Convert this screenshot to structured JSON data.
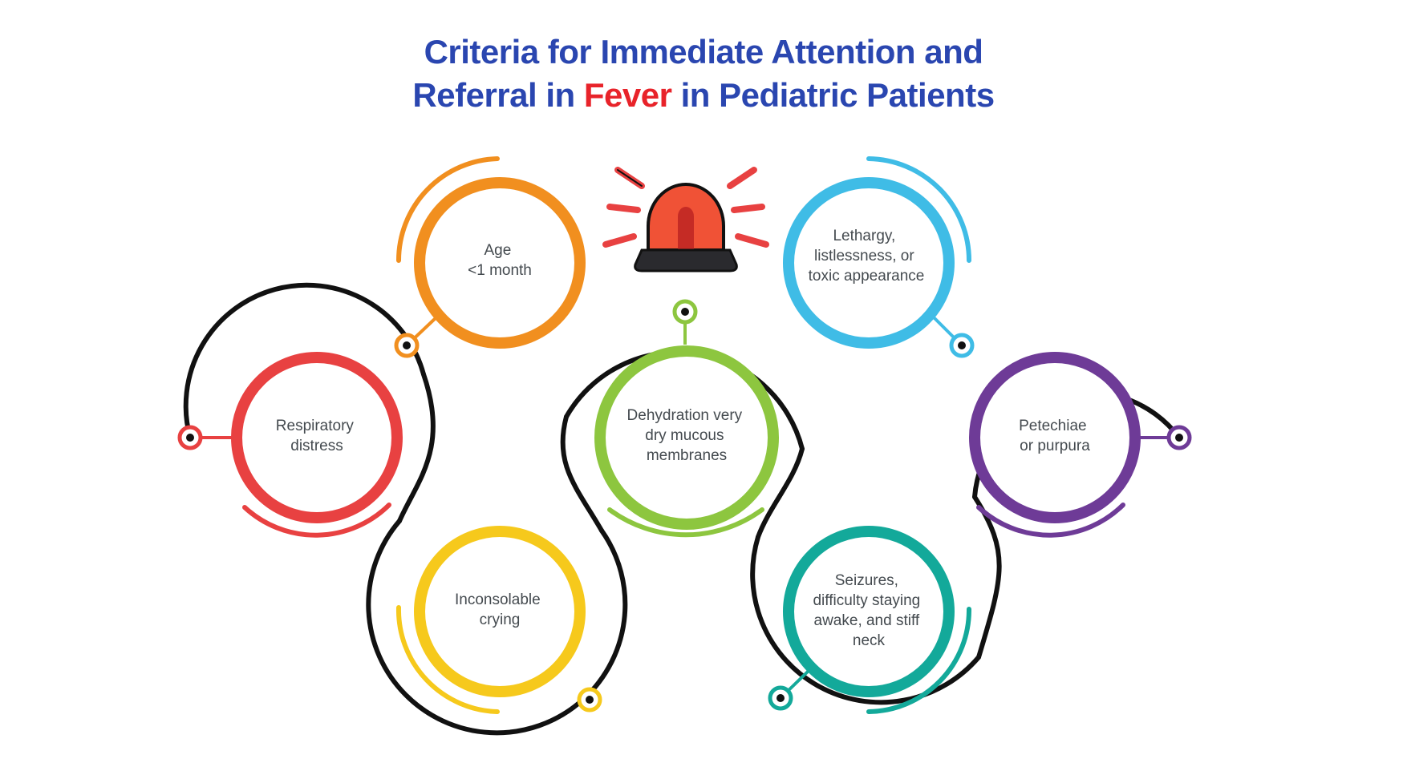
{
  "title": {
    "line1": "Criteria for Immediate Attention and",
    "line2_pre": "Referral in ",
    "line2_accent": "Fever",
    "line2_post": " in Pediatric Patients"
  },
  "colors": {
    "title": "#2a46b0",
    "accent": "#e8232a",
    "orange": "#f18f1f",
    "red": "#e84141",
    "yellow": "#f6c91c",
    "green": "#8dc63f",
    "teal": "#13a99a",
    "blue": "#3fbce6",
    "purple": "#6e3b97",
    "connector": "#111111"
  },
  "icon": "alarm-siren-icon",
  "criteria": [
    {
      "id": "age",
      "color": "#f18f1f",
      "lines": [
        "Age",
        "<1 month"
      ]
    },
    {
      "id": "respiratory",
      "color": "#e84141",
      "lines": [
        "Respiratory",
        "distress"
      ]
    },
    {
      "id": "crying",
      "color": "#f6c91c",
      "lines": [
        "Inconsolable",
        "crying"
      ]
    },
    {
      "id": "dehydration",
      "color": "#8dc63f",
      "lines": [
        "Dehydration very",
        "dry mucous",
        "membranes"
      ]
    },
    {
      "id": "lethargy",
      "color": "#3fbce6",
      "lines": [
        "Lethargy,",
        "listlessness, or",
        "toxic appearance"
      ]
    },
    {
      "id": "seizures",
      "color": "#13a99a",
      "lines": [
        "Seizures,",
        "difficulty staying",
        "awake, and stiff",
        "neck"
      ]
    },
    {
      "id": "petechiae",
      "color": "#6e3b97",
      "lines": [
        "Petechiae",
        "or purpura"
      ]
    }
  ]
}
